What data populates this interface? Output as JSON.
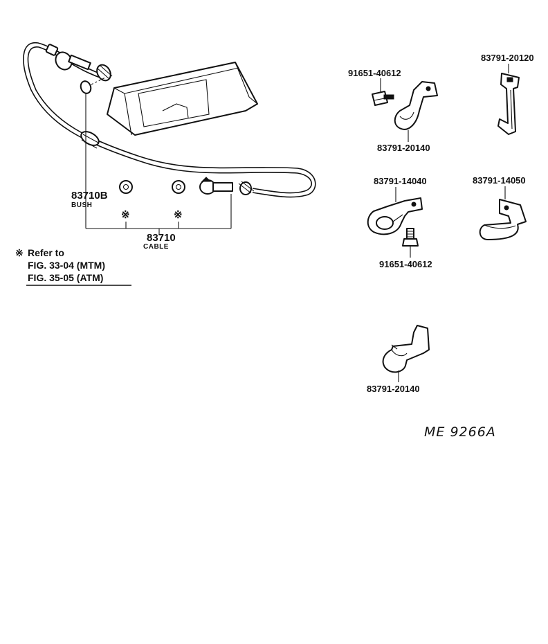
{
  "parts": {
    "bush": {
      "number": "83710B",
      "name": "BUSH"
    },
    "cable": {
      "number": "83710",
      "name": "CABLE"
    },
    "bolt_top": {
      "number": "91651-40612"
    },
    "clamp_top": {
      "number": "83791-20140"
    },
    "clip_top_right": {
      "number": "83791-20120"
    },
    "clamp_mid": {
      "number": "83791-14040"
    },
    "bolt_mid": {
      "number": "91651-40612"
    },
    "clip_mid_right": {
      "number": "83791-14050"
    },
    "clamp_bottom": {
      "number": "83791-20140"
    }
  },
  "note": {
    "symbol": "※",
    "line1": "Refer to",
    "line2": "FIG. 33-04 (MTM)",
    "line3": "FIG. 35-05 (ATM)"
  },
  "footer": {
    "code": "ME 9266A"
  }
}
